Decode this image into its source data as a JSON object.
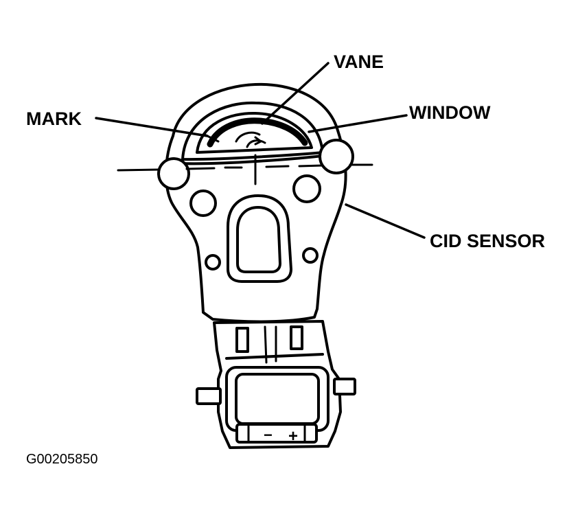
{
  "labels": {
    "vane": "VANE",
    "mark": "MARK",
    "window": "WINDOW",
    "cid_sensor": "CID SENSOR"
  },
  "figure_id": "G00205850",
  "connector_marks": {
    "minus": "−",
    "plus": "+"
  }
}
